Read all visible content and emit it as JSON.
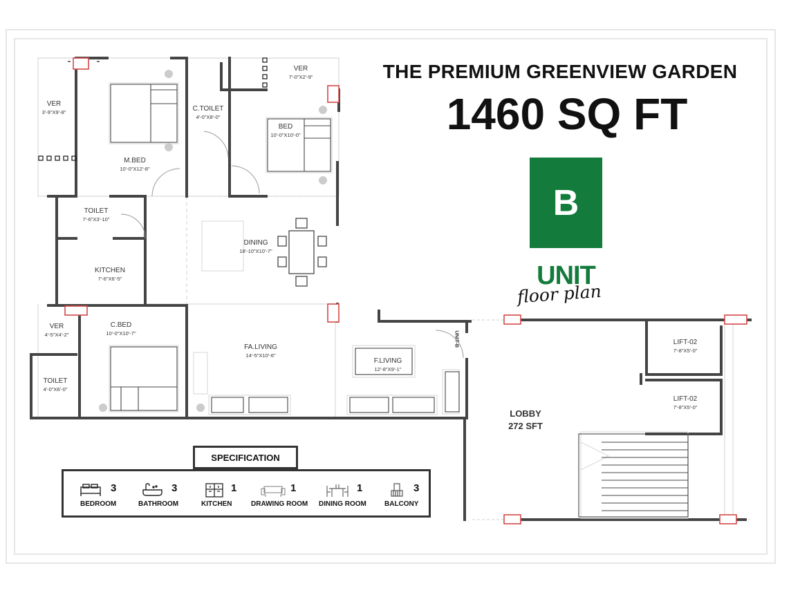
{
  "header": {
    "project_name": "THE PREMIUM GREENVIEW GARDEN",
    "area": "1460 SQ FT"
  },
  "unit": {
    "letter": "B",
    "word": "UNIT",
    "subtitle": "floor plan",
    "accent_color": "#137b3b"
  },
  "rooms": [
    {
      "key": "ver_left",
      "name": "VER",
      "dims": "3'-9\"X9'-8\""
    },
    {
      "key": "m_bed",
      "name": "M.BED",
      "dims": "10'-0\"X12'-8\""
    },
    {
      "key": "c_toilet",
      "name": "C.TOILET",
      "dims": "4'-0\"X8'-0\""
    },
    {
      "key": "ver_top",
      "name": "VER",
      "dims": "7'-0\"X2'-9\""
    },
    {
      "key": "bed",
      "name": "BED",
      "dims": "10'-0\"X10'-0\""
    },
    {
      "key": "toilet_1",
      "name": "TOILET",
      "dims": "7'-6\"X3'-10\""
    },
    {
      "key": "dining",
      "name": "DINING",
      "dims": "18'-10\"X10'-7\""
    },
    {
      "key": "kitchen",
      "name": "KITCHEN",
      "dims": "7'-6\"X6'-5\""
    },
    {
      "key": "ver_bottom",
      "name": "VER",
      "dims": "4'-5\"X4'-2\""
    },
    {
      "key": "c_bed",
      "name": "C.BED",
      "dims": "10'-0\"X10'-7\""
    },
    {
      "key": "toilet_2",
      "name": "TOILET",
      "dims": "4'-0\"X6'-0\""
    },
    {
      "key": "fa_living",
      "name": "FA.LIVING",
      "dims": "14'-5\"X10'-6\""
    },
    {
      "key": "f_living",
      "name": "F.LIVING",
      "dims": "12'-8\"X9'-1\""
    },
    {
      "key": "lift_1",
      "name": "LIFT-02",
      "dims": "7'-8\"X5'-0\""
    },
    {
      "key": "lift_2",
      "name": "LIFT-02",
      "dims": "7'-8\"X5'-0\""
    }
  ],
  "unit_tag": "UNIT-B",
  "lobby": {
    "name": "LOBBY",
    "area": "272 SFT"
  },
  "specification": {
    "title": "SPECIFICATION",
    "items": [
      {
        "label": "BEDROOM",
        "count": "3",
        "icon": "bed-icon"
      },
      {
        "label": "BATHROOM",
        "count": "3",
        "icon": "bathtub-icon"
      },
      {
        "label": "KITCHEN",
        "count": "1",
        "icon": "kitchen-icon"
      },
      {
        "label": "DRAWING ROOM",
        "count": "1",
        "icon": "sofa-icon"
      },
      {
        "label": "DINING ROOM",
        "count": "1",
        "icon": "dining-table-icon"
      },
      {
        "label": "BALCONY",
        "count": "3",
        "icon": "balcony-icon"
      }
    ]
  }
}
